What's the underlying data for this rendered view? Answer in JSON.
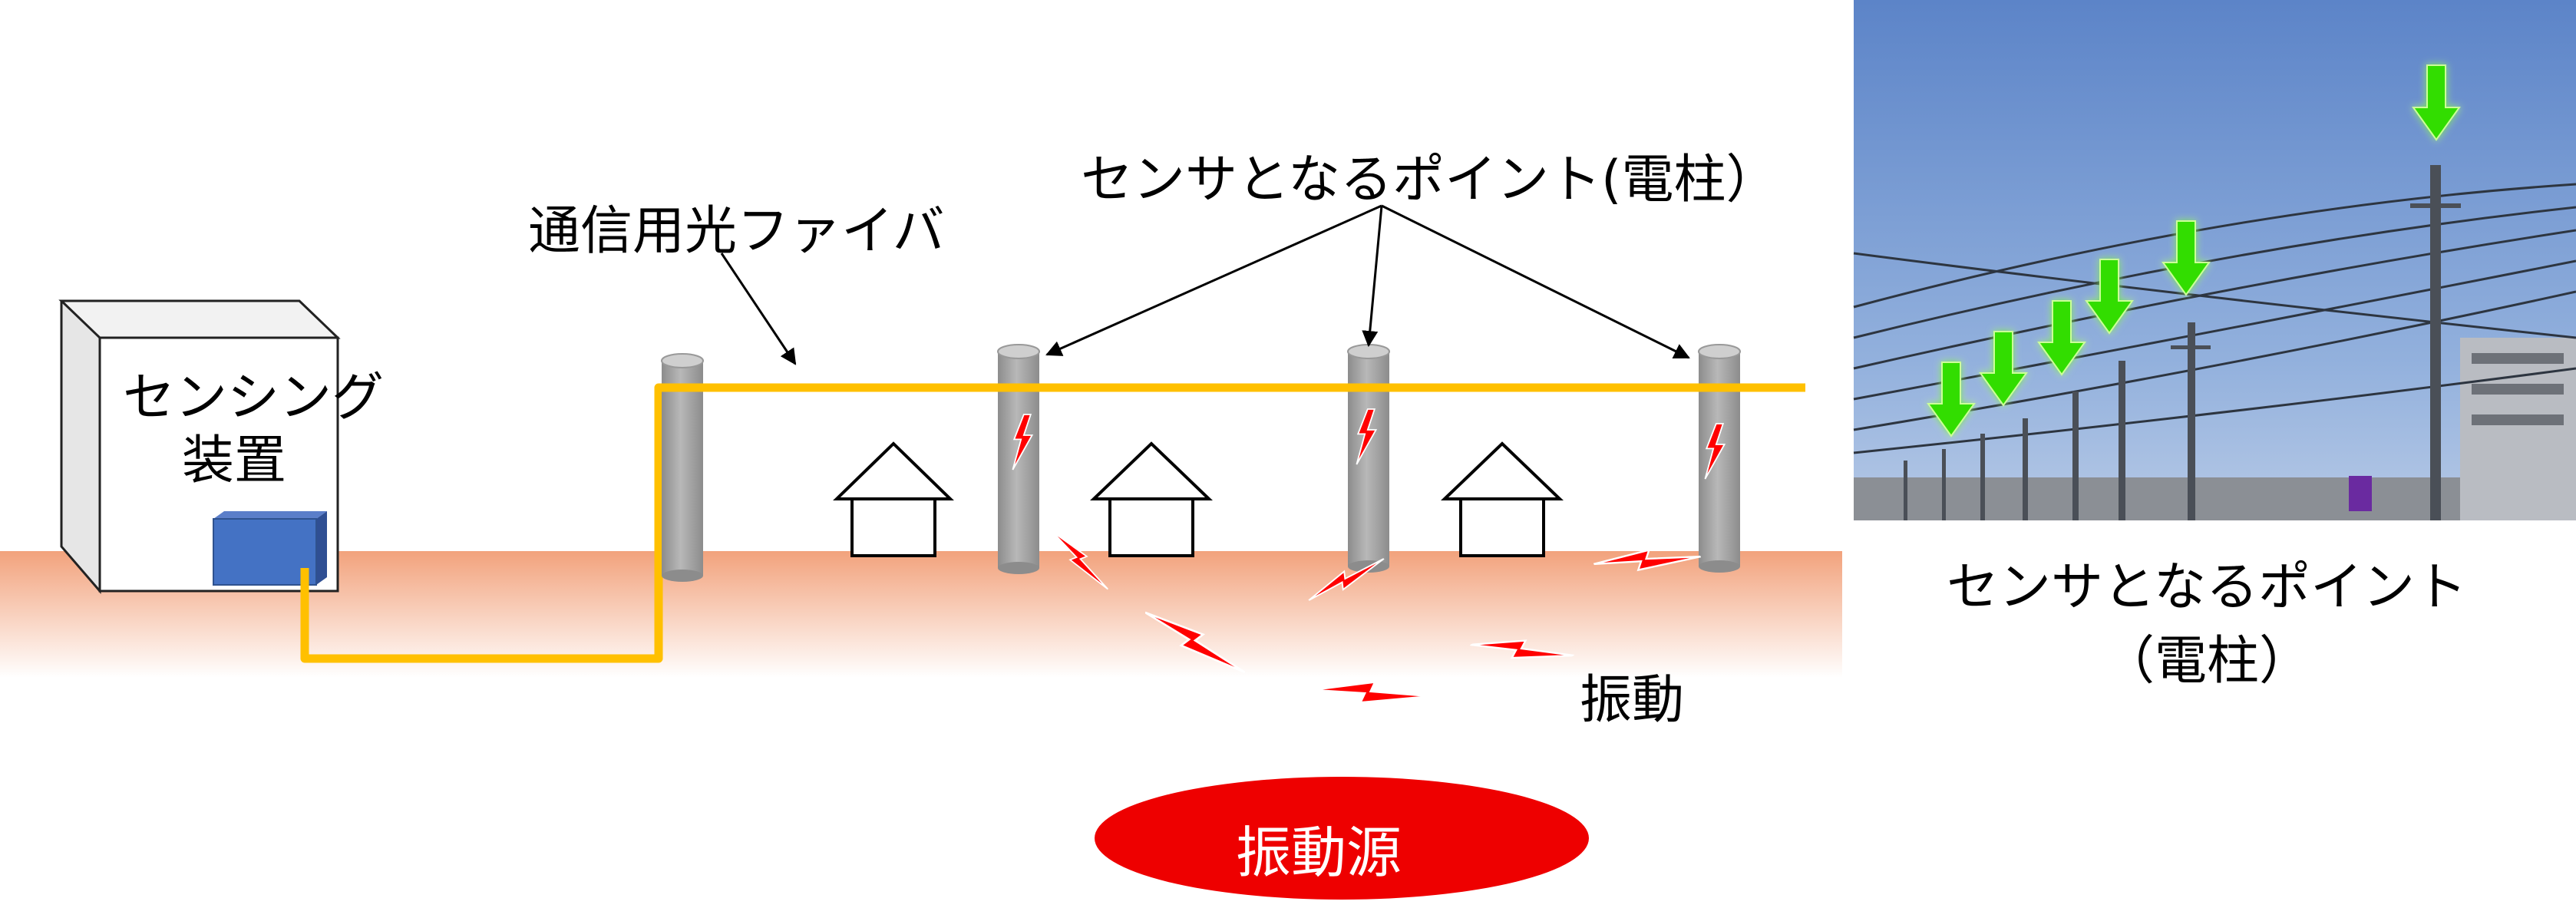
{
  "labels": {
    "sensing_device_line1": "センシング",
    "sensing_device_line2": "装置",
    "fiber": "通信用光ファイバ",
    "sensor_point": "センサとなるポイント(電柱）",
    "vibration": "振動",
    "vibration_source": "振動源",
    "photo_caption_line1": "センサとなるポイント",
    "photo_caption_line2": "（電柱）"
  },
  "colors": {
    "fiber": "#FFC000",
    "vibration": "#FF0000",
    "source_ellipse": "#EE0000",
    "ground": "#F4A57F",
    "pole": "#A6A6A6",
    "device_unit": "#4472C4",
    "photo_arrow": "#33DD00"
  },
  "icons": {
    "house": "house-icon",
    "pole": "utility-pole-icon",
    "vibration": "lightning-bolt-icon",
    "photo_marker": "down-arrow-icon"
  }
}
